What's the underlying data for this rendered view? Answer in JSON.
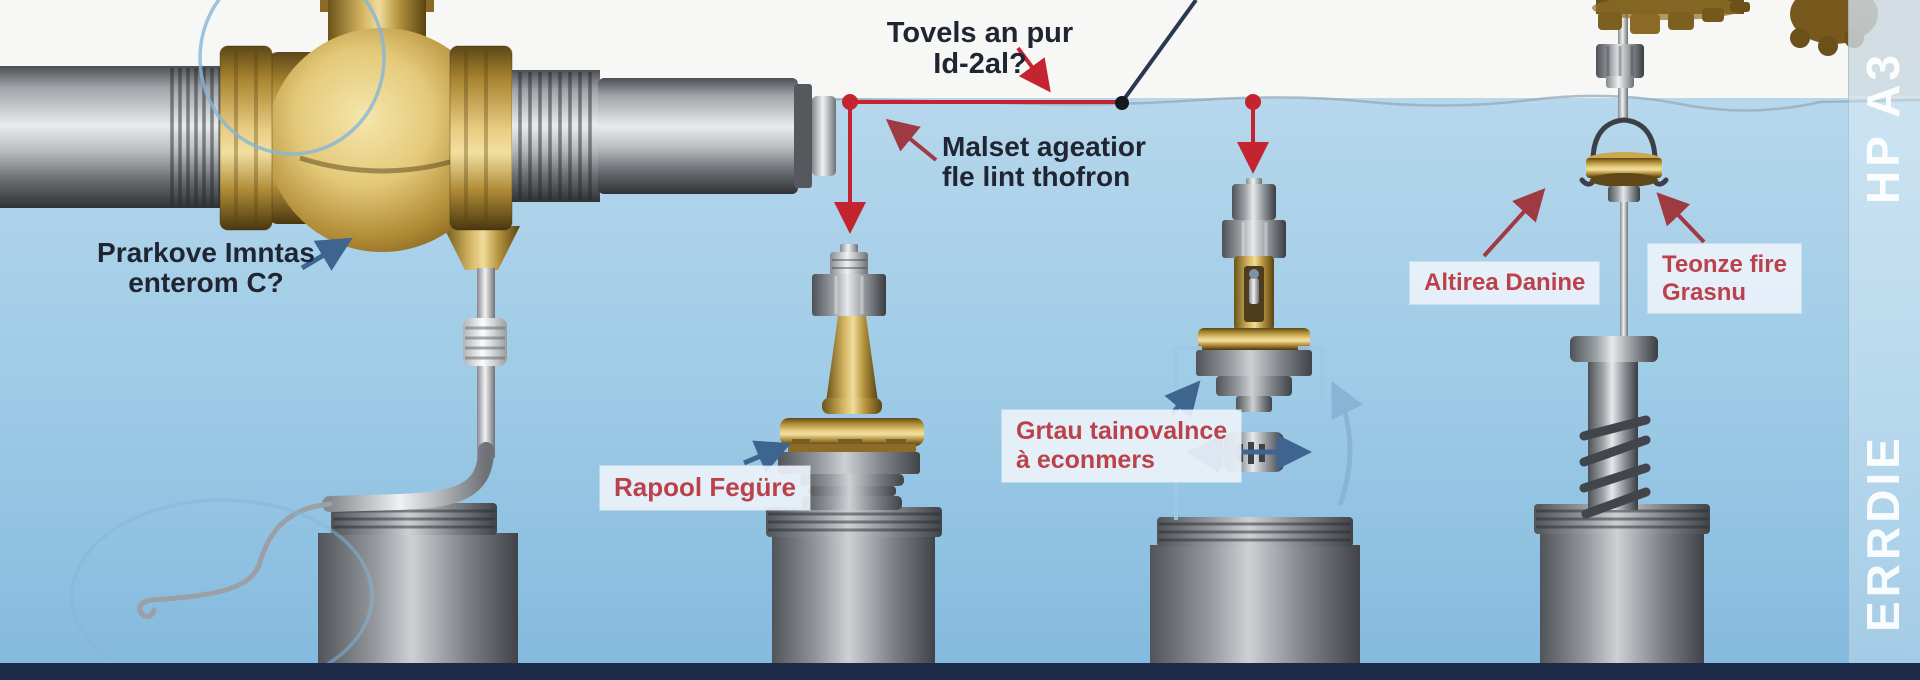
{
  "illustration": "cutaway-diagram-of-brass-valve-and-four-well-fittings-underwater",
  "labels": {
    "top_question": {
      "line1": "Tovels an pur",
      "line2": "Id-2al?"
    },
    "malset": {
      "line1": "Malset ageatior",
      "line2": "fle lint thofron"
    },
    "prarkove": {
      "line1": "Prarkove Imntas",
      "line2": "enterom C?"
    },
    "rapool": {
      "text": "Rapool Fegüre"
    },
    "grtau": {
      "line1": "Grtau tainovalnce",
      "line2": "à econmers"
    },
    "altirea": {
      "text": "Altirea Danine"
    },
    "teonze": {
      "line1": "Teonze fire",
      "line2": "Grasnu"
    }
  },
  "side_band": {
    "top_text": "HP A3",
    "bottom_text": "ERRDIE"
  },
  "colors": {
    "annotation_red": "#c42430",
    "dark_red_arrow": "#a03a42",
    "label_red": "#bb424b",
    "navy_text": "#1f2531",
    "blue_arrow": "#3e6490",
    "water_top": "#b6d7ec",
    "water_bottom": "#83b9de",
    "bottom_bar": "#1d2b48",
    "brass": "#d4b462",
    "pipe_gray": "#9fa3a7"
  }
}
